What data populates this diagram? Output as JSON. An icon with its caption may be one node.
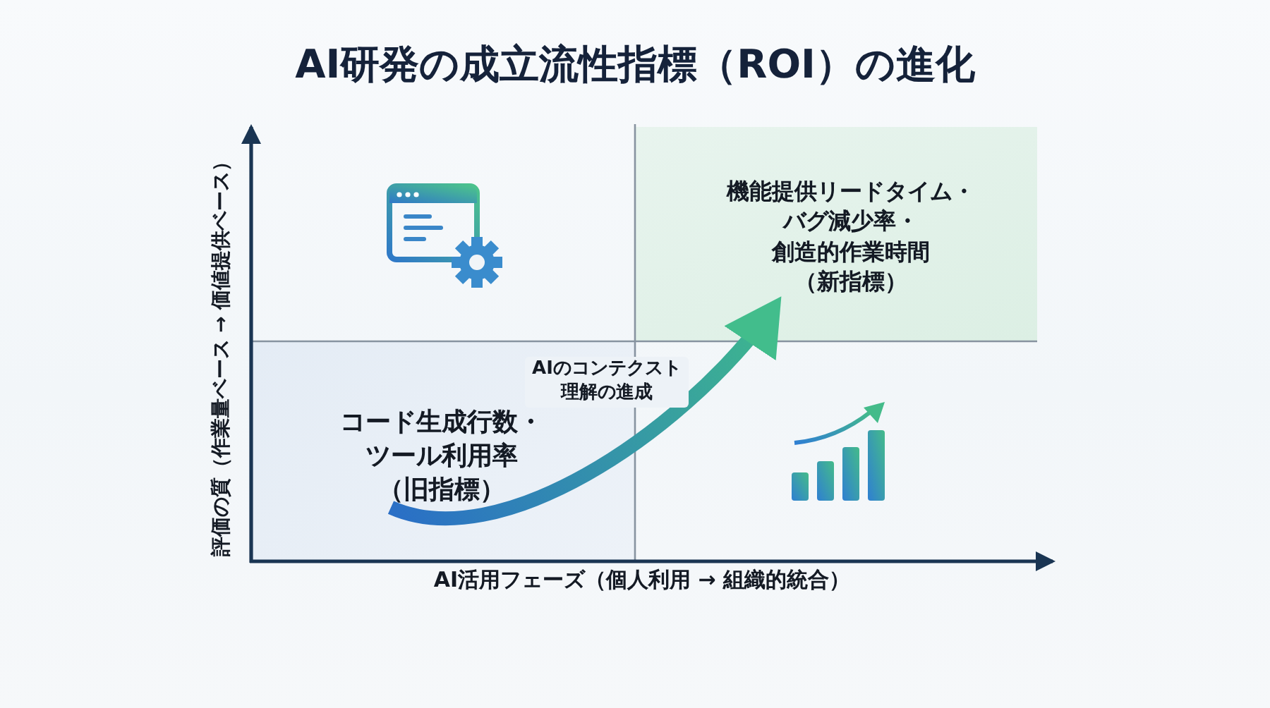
{
  "diagram": {
    "title": "AI研発の成立流性指標（ROI）の進化",
    "nodes": [
      {
        "text": [
          "コード生成行数・ツール利用率（旧指標）"
        ]
      },
      {
        "text": [
          "機能提供リードタイム・バグ減少率・創造的作業時間（新指標）"
        ]
      }
    ],
    "edges": [
      {
        "from": 0,
        "to": 1,
        "arrow": "to",
        "label": "AIのコンテクスト理解の進成"
      }
    ],
    "labels": [
      "評価の質（作業量ベース → 価値提供ベース）",
      "AI活用フェーズ（個人利用 → 組織的統合）"
    ]
  }
}
